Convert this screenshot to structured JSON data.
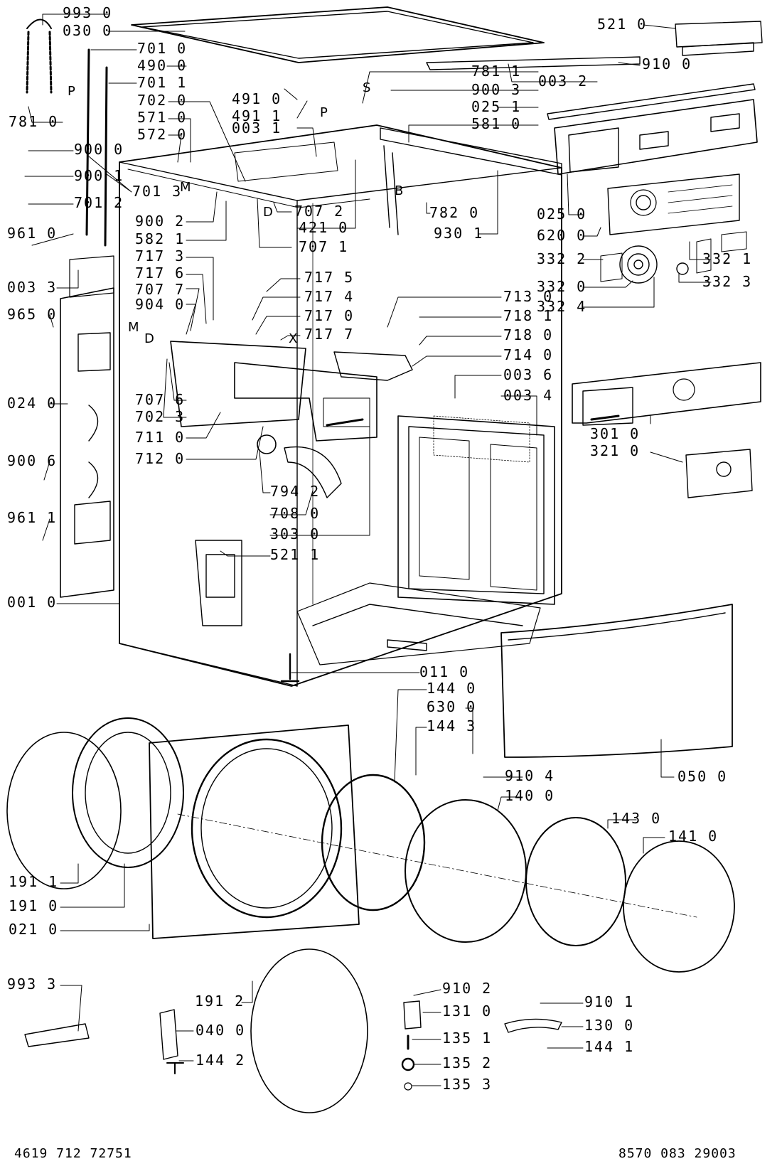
{
  "diagram": {
    "footer_left": "4619 712 72751",
    "footer_right": "8570 083 29003",
    "labels": [
      {
        "id": "9930",
        "text": "993 0"
      },
      {
        "id": "0300",
        "text": "030 0"
      },
      {
        "id": "7010",
        "text": "701 0"
      },
      {
        "id": "4900",
        "text": "490 0"
      },
      {
        "id": "7011",
        "text": "701 1"
      },
      {
        "id": "7020",
        "text": "702 0"
      },
      {
        "id": "5710",
        "text": "571 0"
      },
      {
        "id": "5720",
        "text": "572 0"
      },
      {
        "id": "7810",
        "text": "781 0"
      },
      {
        "id": "9000",
        "text": "900 0"
      },
      {
        "id": "9001",
        "text": "900 1"
      },
      {
        "id": "7012",
        "text": "701 2"
      },
      {
        "id": "7013",
        "text": "701 3"
      },
      {
        "id": "9610",
        "text": "961 0"
      },
      {
        "id": "0033",
        "text": "003 3"
      },
      {
        "id": "9650",
        "text": "965 0"
      },
      {
        "id": "0240",
        "text": "024 0"
      },
      {
        "id": "9006",
        "text": "900 6"
      },
      {
        "id": "9611",
        "text": "961 1"
      },
      {
        "id": "0010",
        "text": "001 0"
      },
      {
        "id": "5210",
        "text": "521 0"
      },
      {
        "id": "9100",
        "text": "910 0"
      },
      {
        "id": "0032",
        "text": "003 2"
      },
      {
        "id": "7811",
        "text": "781 1"
      },
      {
        "id": "9003",
        "text": "900 3"
      },
      {
        "id": "0251",
        "text": "025 1"
      },
      {
        "id": "4910",
        "text": "491 0"
      },
      {
        "id": "4911",
        "text": "491 1"
      },
      {
        "id": "0031",
        "text": "003 1"
      },
      {
        "id": "5810",
        "text": "581 0"
      },
      {
        "id": "0250",
        "text": "025 0"
      },
      {
        "id": "6200",
        "text": "620 0"
      },
      {
        "id": "3322",
        "text": "332 2"
      },
      {
        "id": "3321",
        "text": "332 1"
      },
      {
        "id": "3320",
        "text": "332 0"
      },
      {
        "id": "3323",
        "text": "332 3"
      },
      {
        "id": "3324",
        "text": "332 4"
      },
      {
        "id": "7072",
        "text": "707 2"
      },
      {
        "id": "7820",
        "text": "782 0"
      },
      {
        "id": "4210",
        "text": "421 0"
      },
      {
        "id": "9301",
        "text": "930 1"
      },
      {
        "id": "9002",
        "text": "900 2"
      },
      {
        "id": "5821",
        "text": "582 1"
      },
      {
        "id": "7071",
        "text": "707 1"
      },
      {
        "id": "7173",
        "text": "717 3"
      },
      {
        "id": "7175",
        "text": "717 5"
      },
      {
        "id": "7176",
        "text": "717 6"
      },
      {
        "id": "7174",
        "text": "717 4"
      },
      {
        "id": "7077",
        "text": "707 7"
      },
      {
        "id": "7170",
        "text": "717 0"
      },
      {
        "id": "9040",
        "text": "904 0"
      },
      {
        "id": "7177",
        "text": "717 7"
      },
      {
        "id": "7130",
        "text": "713 0"
      },
      {
        "id": "7181",
        "text": "718 1"
      },
      {
        "id": "7180",
        "text": "718 0"
      },
      {
        "id": "7140",
        "text": "714 0"
      },
      {
        "id": "0036",
        "text": "003 6"
      },
      {
        "id": "0034",
        "text": "003 4"
      },
      {
        "id": "7076",
        "text": "707 6"
      },
      {
        "id": "7023",
        "text": "702 3"
      },
      {
        "id": "7110",
        "text": "711 0"
      },
      {
        "id": "7120",
        "text": "712 0"
      },
      {
        "id": "3010",
        "text": "301 0"
      },
      {
        "id": "3210",
        "text": "321 0"
      },
      {
        "id": "7942",
        "text": "794 2"
      },
      {
        "id": "7080",
        "text": "708 0"
      },
      {
        "id": "3030",
        "text": "303 0"
      },
      {
        "id": "5211",
        "text": "521 1"
      },
      {
        "id": "0110",
        "text": "011 0"
      },
      {
        "id": "1440",
        "text": "144 0"
      },
      {
        "id": "6300",
        "text": "630 0"
      },
      {
        "id": "1443",
        "text": "144 3"
      },
      {
        "id": "9104",
        "text": "910 4"
      },
      {
        "id": "0500",
        "text": "050 0"
      },
      {
        "id": "1400",
        "text": "140 0"
      },
      {
        "id": "1430",
        "text": "143 0"
      },
      {
        "id": "1410",
        "text": "141 0"
      },
      {
        "id": "1911",
        "text": "191 1"
      },
      {
        "id": "1910",
        "text": "191 0"
      },
      {
        "id": "0210",
        "text": "021 0"
      },
      {
        "id": "9933",
        "text": "993 3"
      },
      {
        "id": "1912",
        "text": "191 2"
      },
      {
        "id": "0400",
        "text": "040 0"
      },
      {
        "id": "1442",
        "text": "144 2"
      },
      {
        "id": "9102",
        "text": "910 2"
      },
      {
        "id": "1310",
        "text": "131 0"
      },
      {
        "id": "1351",
        "text": "135 1"
      },
      {
        "id": "1352",
        "text": "135 2"
      },
      {
        "id": "1353",
        "text": "135 3"
      },
      {
        "id": "9101",
        "text": "910 1"
      },
      {
        "id": "1300",
        "text": "130 0"
      },
      {
        "id": "1441",
        "text": "144 1"
      }
    ],
    "letters": [
      {
        "id": "P1",
        "text": "P"
      },
      {
        "id": "P2",
        "text": "P"
      },
      {
        "id": "S",
        "text": "S"
      },
      {
        "id": "M1",
        "text": "M"
      },
      {
        "id": "M2",
        "text": "M"
      },
      {
        "id": "D1",
        "text": "D"
      },
      {
        "id": "D2",
        "text": "D"
      },
      {
        "id": "B",
        "text": "B"
      },
      {
        "id": "X",
        "text": "X"
      }
    ]
  }
}
